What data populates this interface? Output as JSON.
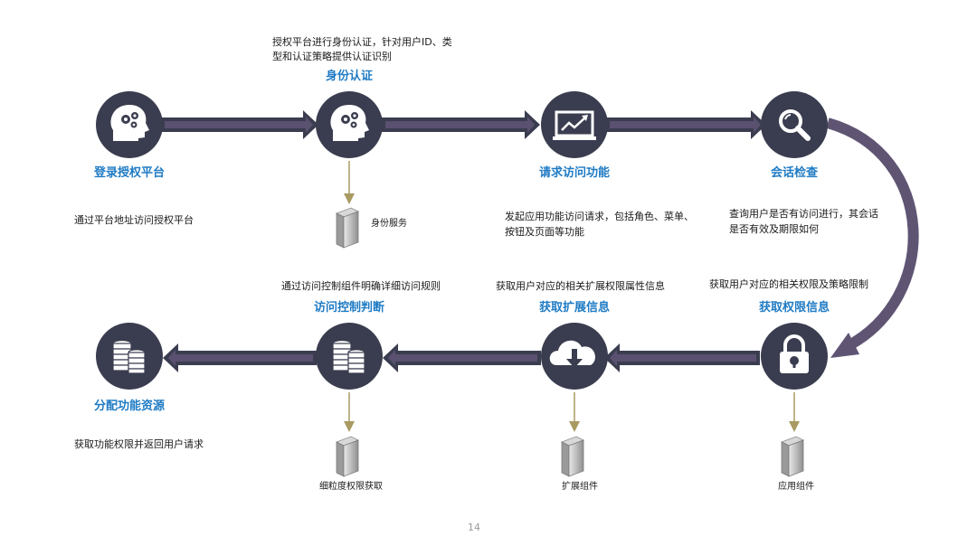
{
  "colors": {
    "node": "#3a3d4f",
    "arrow": "#3a3d4f",
    "arrow_fill": "#5a5070",
    "curve": "#5f5573",
    "title": "#1f7bc4",
    "connector": "#a89a62"
  },
  "nodes": [
    {
      "id": "login",
      "icon": "head-gear-icon",
      "title": "登录授权平台",
      "desc": [
        "通过平台地址访问授权平台"
      ]
    },
    {
      "id": "auth",
      "icon": "head-gear-icon",
      "title": "身份认证",
      "desc": [
        "授权平台进行身份认证，针对用户ID、类",
        "型和认证策略提供认证识别"
      ],
      "service": "身份服务"
    },
    {
      "id": "request",
      "icon": "monitor-chart-icon",
      "title": "请求访问功能",
      "desc": [
        "发起应用功能访问请求，包括角色、菜单、",
        "按钮及页面等功能"
      ]
    },
    {
      "id": "session",
      "icon": "magnifier-icon",
      "title": "会话检查",
      "desc": [
        "查询用户是否有访问进行，其会话",
        "是否有效及期限如何"
      ]
    },
    {
      "id": "perm",
      "icon": "padlock-icon",
      "title": "获取权限信息",
      "desc": [
        "获取用户对应的相关权限及策略限制"
      ],
      "service": "应用组件"
    },
    {
      "id": "ext",
      "icon": "cloud-download-icon",
      "title": "获取扩展信息",
      "desc": [
        "获取用户对应的相关扩展权限属性信息"
      ],
      "service": "扩展组件"
    },
    {
      "id": "acl",
      "icon": "coins-icon",
      "title": "访问控制判断",
      "desc": [
        "通过访问控制组件明确详细访问规则"
      ],
      "service": "细粒度权限获取"
    },
    {
      "id": "alloc",
      "icon": "coins-icon",
      "title": "分配功能资源",
      "desc": [
        "获取功能权限并返回用户请求"
      ]
    }
  ],
  "page_number": "14"
}
